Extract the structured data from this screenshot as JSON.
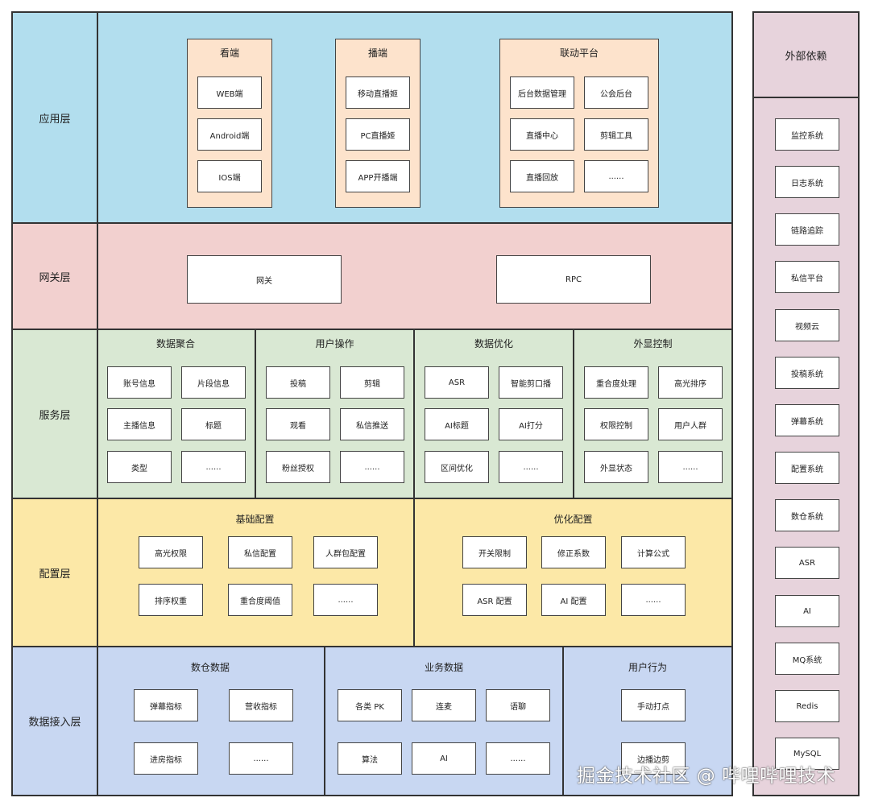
{
  "colors": {
    "app": "#b2deee",
    "gateway": "#f2d0cf",
    "service": "#d9e8d3",
    "config": "#fce8a7",
    "data": "#c8d7f2",
    "external": "#e7d3dc",
    "panel": "#fde3cc"
  },
  "layers": {
    "app": {
      "label": "应用层",
      "panels": [
        {
          "title": "看端",
          "items": [
            "WEB端",
            "Android端",
            "IOS端"
          ]
        },
        {
          "title": "播端",
          "items": [
            "移动直播姬",
            "PC直播姬",
            "APP开播端"
          ]
        },
        {
          "title": "联动平台",
          "items": [
            "后台数据管理",
            "公会后台",
            "直播中心",
            "剪辑工具",
            "直播回放",
            "......"
          ]
        }
      ]
    },
    "gateway": {
      "label": "网关层",
      "items": [
        "网关",
        "RPC"
      ]
    },
    "service": {
      "label": "服务层",
      "sections": [
        {
          "title": "数据聚合",
          "items": [
            "账号信息",
            "片段信息",
            "主播信息",
            "标题",
            "类型",
            "......"
          ]
        },
        {
          "title": "用户操作",
          "items": [
            "投稿",
            "剪辑",
            "观看",
            "私信推送",
            "粉丝授权",
            "......"
          ]
        },
        {
          "title": "数据优化",
          "items": [
            "ASR",
            "智能剪口播",
            "AI标题",
            "AI打分",
            "区间优化",
            "......"
          ]
        },
        {
          "title": "外显控制",
          "items": [
            "重合度处理",
            "高光排序",
            "权限控制",
            "用户人群",
            "外显状态",
            "......"
          ]
        }
      ]
    },
    "config": {
      "label": "配置层",
      "sections": [
        {
          "title": "基础配置",
          "items": [
            "高光权限",
            "私信配置",
            "人群包配置",
            "排序权重",
            "重合度阈值",
            "......"
          ]
        },
        {
          "title": "优化配置",
          "items": [
            "开关限制",
            "修正系数",
            "计算公式",
            "ASR 配置",
            "AI 配置",
            "......"
          ]
        }
      ]
    },
    "data": {
      "label": "数据接入层",
      "sections": [
        {
          "title": "数仓数据",
          "items": [
            "弹幕指标",
            "营收指标",
            "进房指标",
            "......"
          ]
        },
        {
          "title": "业务数据",
          "items": [
            "各类 PK",
            "连麦",
            "语聊",
            "算法",
            "AI",
            "......"
          ]
        },
        {
          "title": "用户行为",
          "items": [
            "手动打点",
            "边播边剪"
          ]
        }
      ]
    }
  },
  "external": {
    "title": "外部依赖",
    "items": [
      "监控系统",
      "日志系统",
      "链路追踪",
      "私信平台",
      "视频云",
      "投稿系统",
      "弹幕系统",
      "配置系统",
      "数仓系统",
      "ASR",
      "AI",
      "MQ系统",
      "Redis",
      "MySQL"
    ]
  },
  "watermark": "掘金技术社区 @ 哔哩哔哩技术"
}
